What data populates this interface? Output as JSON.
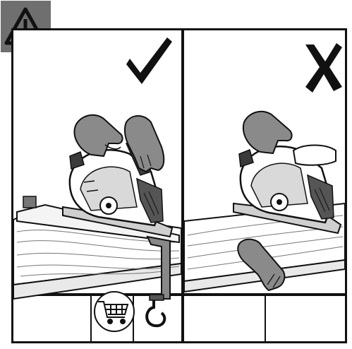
{
  "instruction_sheet": {
    "warning_symbol": "warning-triangle-icon",
    "panels": [
      {
        "verdict": "correct",
        "verdict_icon": "check-mark-icon",
        "depicts": [
          "circular-saw",
          "two-hands-on-saw-handles",
          "workpiece-clamped-to-table",
          "clamp",
          "shopping-cart-icon"
        ]
      },
      {
        "verdict": "incorrect",
        "verdict_icon": "cross-mark-icon",
        "depicts": [
          "circular-saw",
          "one-hand-on-saw-handle",
          "hand-holding-workpiece-underneath",
          "unclamped-workpiece"
        ]
      }
    ],
    "colors": {
      "warning_box": "#6f6f6f",
      "hand_fill": "#8a8a8a",
      "saw_dark": "#3a3a3a",
      "line": "#111111"
    }
  }
}
